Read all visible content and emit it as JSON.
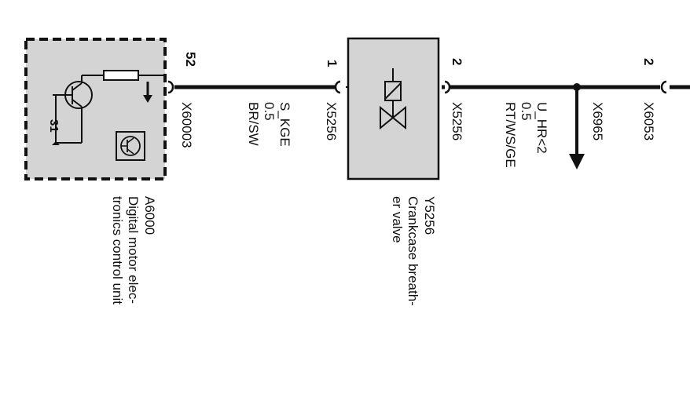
{
  "colors": {
    "ink": "#111111",
    "component_fill": "#d4d4d4",
    "background": "#ffffff"
  },
  "components": {
    "ecu": {
      "id": "A6000",
      "name_line1": "Digital motor elec-",
      "name_line2": "tronics control unit",
      "ground_label": "31",
      "pin": "52",
      "connector": "X60003",
      "icon": "transistor-icon"
    },
    "valve": {
      "id": "Y5256",
      "name_line1": "Crankcase breath-",
      "name_line2": "er valve",
      "pin_left": "1",
      "connector_left": "X5256",
      "pin_right": "2",
      "connector_right": "X5256",
      "icon": "solenoid-valve-icon"
    }
  },
  "wires": {
    "w1": {
      "signal": "S_KGE",
      "gauge": "0.5",
      "color": "BR/SW"
    },
    "w2": {
      "signal": "U_HR<2",
      "gauge": "0.5",
      "color": "RT/WS/GE"
    }
  },
  "splice": {
    "connector": "X6965"
  },
  "end_connector": {
    "pin": "2",
    "connector": "X6053"
  }
}
